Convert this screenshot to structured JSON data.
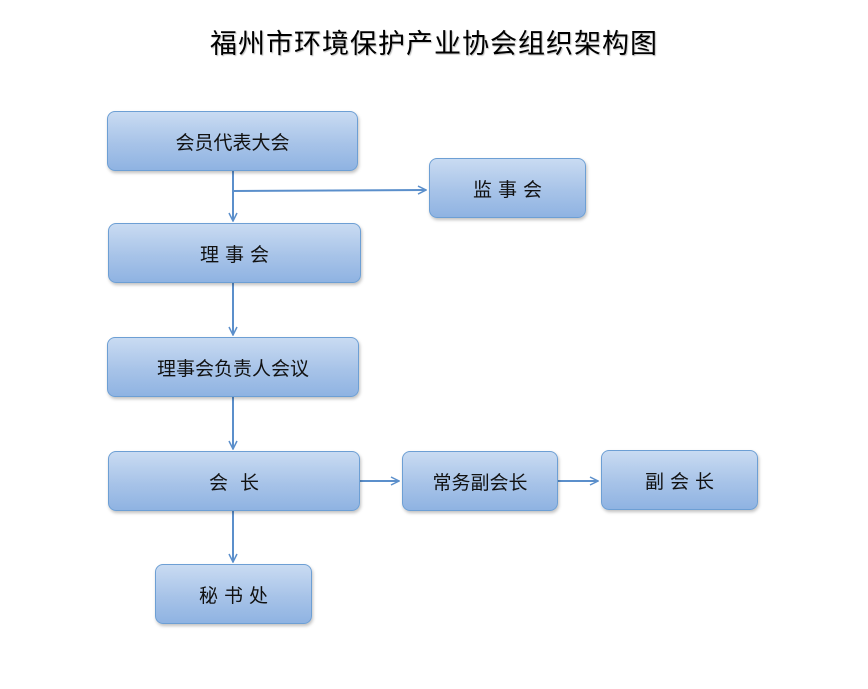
{
  "title": "福州市环境保护产业协会组织架构图",
  "nodes": {
    "general_assembly": "会员代表大会",
    "supervisory_board": "监 事 会",
    "council": "理 事 会",
    "council_leaders_meeting": "理事会负责人会议",
    "president": "会  长",
    "executive_vp": "常务副会长",
    "vice_president": "副 会 长",
    "secretariat": "秘 书 处"
  },
  "colors": {
    "node_fill_top": "#c9dbf2",
    "node_fill_bottom": "#8fb3e2",
    "node_border": "#6d9fd4",
    "connector": "#5b8fcb"
  }
}
